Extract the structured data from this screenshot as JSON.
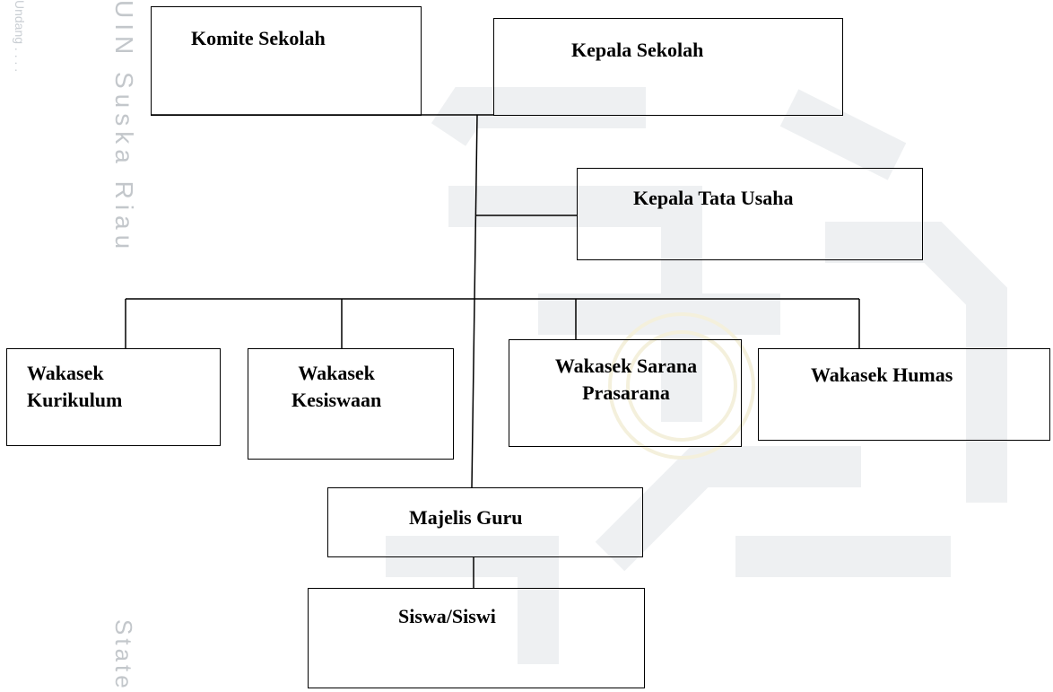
{
  "org_chart": {
    "komite": "Komite Sekolah",
    "kepala": "Kepala Sekolah",
    "tata_usaha": "Kepala Tata Usaha",
    "wakasek_kurikulum": "Wakasek\nKurikulum",
    "wakasek_kesiswaan": "Wakasek\nKesiswaan",
    "wakasek_sarana": "Wakasek Sarana\nPrasarana",
    "wakasek_humas": "Wakasek Humas",
    "majelis_guru": "Majelis Guru",
    "siswa": "Siswa/Siswi"
  },
  "watermark": {
    "side_note": "Undang\n. . . .",
    "brand": "UIN Suska Riau",
    "state": "State"
  },
  "colors": {
    "line": "#000000",
    "box_border": "#000000",
    "watermark": "#e8ebee"
  }
}
